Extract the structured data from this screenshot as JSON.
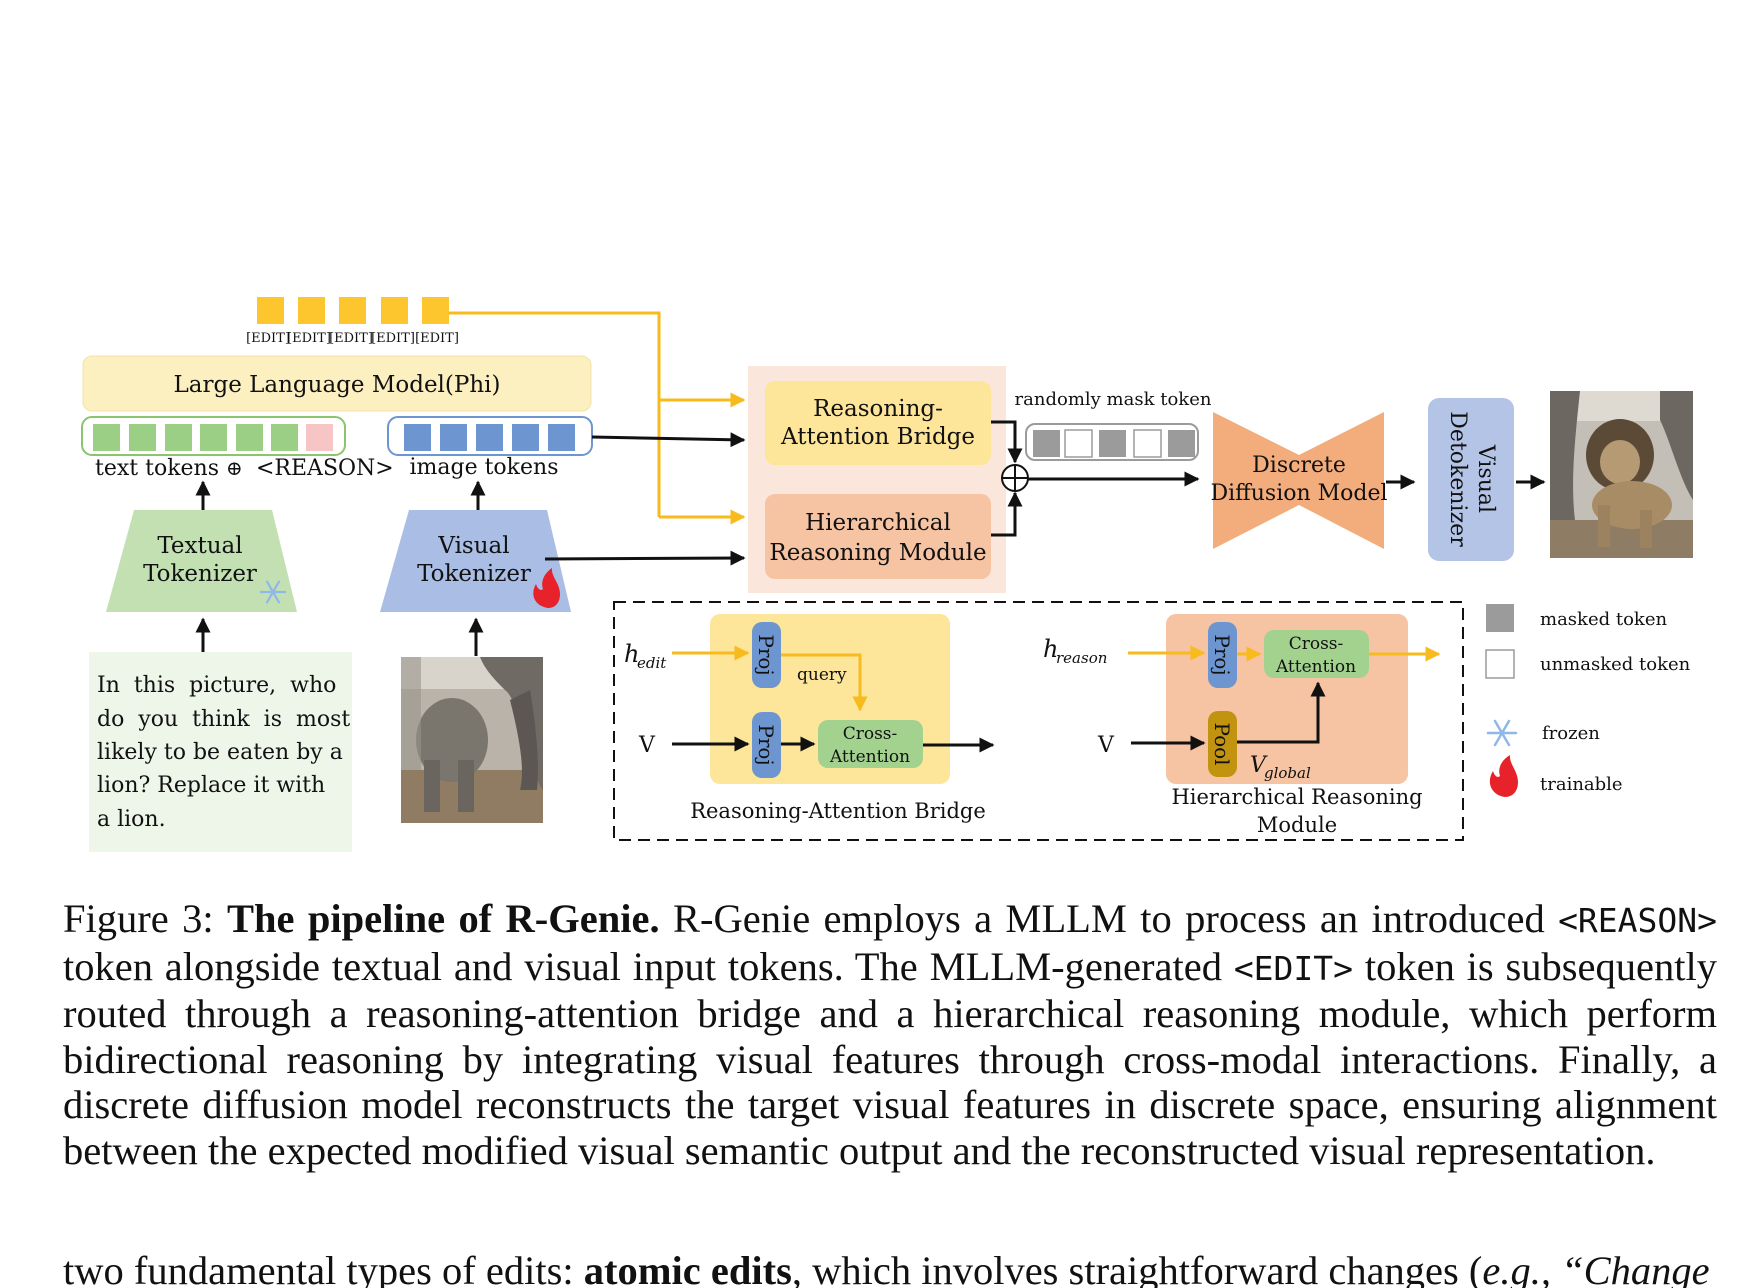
{
  "figure": {
    "edit_tokens": [
      "[EDIT]",
      "[EDIT]",
      "[EDIT]",
      "[EDIT]",
      "[EDIT]"
    ],
    "llm_label": "Large Language Model(Phi)",
    "text_tokens_label": "text tokens",
    "oplus": "⊕",
    "reason_label": "<REASON>",
    "image_tokens_label": "image tokens",
    "textual_tokenizer": [
      "Textual",
      "Tokenizer"
    ],
    "visual_tokenizer": [
      "Visual",
      "Tokenizer"
    ],
    "prompt_lines": [
      "In  this  picture,  who",
      "do  you  think  is  most",
      "likely to be eaten by a",
      "lion? Replace it with",
      "a lion."
    ],
    "rab_box": [
      "Reasoning-",
      "Attention Bridge"
    ],
    "hrm_box": [
      "Hierarchical",
      "Reasoning Module"
    ],
    "mask_label": "randomly mask token",
    "diffusion": [
      "Discrete",
      "Diffusion Model"
    ],
    "detokenizer": [
      "Visual",
      "Detokenizer"
    ],
    "detail": {
      "h_edit": "h",
      "h_edit_sub": "edit",
      "proj": "Proj",
      "query": "query",
      "v": "V",
      "cross_attention": [
        "Cross-",
        "Attention"
      ],
      "rab_caption": "Reasoning-Attention Bridge",
      "h_reason": "h",
      "h_reason_sub": "reason",
      "pool": "Pool",
      "v_global": "V",
      "v_global_sub": "global",
      "hrm_caption": [
        "Hierarchical Reasoning",
        "Module"
      ]
    },
    "legend": {
      "masked": "masked token",
      "unmasked": "unmasked token",
      "frozen": "frozen",
      "trainable": "trainable"
    },
    "colors": {
      "token_yellow": "#fdc52e",
      "token_green": "#9ccf86",
      "token_pink": "#f7c5c5",
      "token_blue": "#6d95cf",
      "llm_fill": "#fcefc0",
      "rab_fill": "#fde59a",
      "hrm_fill": "#f6c3a3",
      "panel_bg": "#fbe6dc",
      "diffusion": "#f3ad7c",
      "detokenizer": "#b3c4e6",
      "cross_attn": "#a3d28f",
      "pool": "#c2930f",
      "arrow_yellow": "#f7bb1e",
      "gray_token": "#9b9b9b"
    }
  },
  "caption": {
    "fig_label": "Figure 3:",
    "title": "The pipeline of R-Genie.",
    "part1": " R-Genie employs a MLLM to process an introduced ",
    "reason_code": "<REASON>",
    "part2": " token alongside textual and visual input tokens. The MLLM-generated ",
    "edit_code": "<EDIT>",
    "part3": " token is subsequently routed through a reasoning-attention bridge and a hierarchical reasoning module, which perform bidirectional reasoning by integrating visual features through cross-modal interactions. Finally, a discrete diffusion model reconstructs the target visual features in discrete space, ensuring alignment between the expected modified visual semantic output and the reconstructed visual representation."
  },
  "continuation": {
    "part1": "two fundamental types of edits: ",
    "bold": "atomic edits",
    "part2": ", which involves straightforward changes (",
    "italic": "e.g., “Change"
  }
}
